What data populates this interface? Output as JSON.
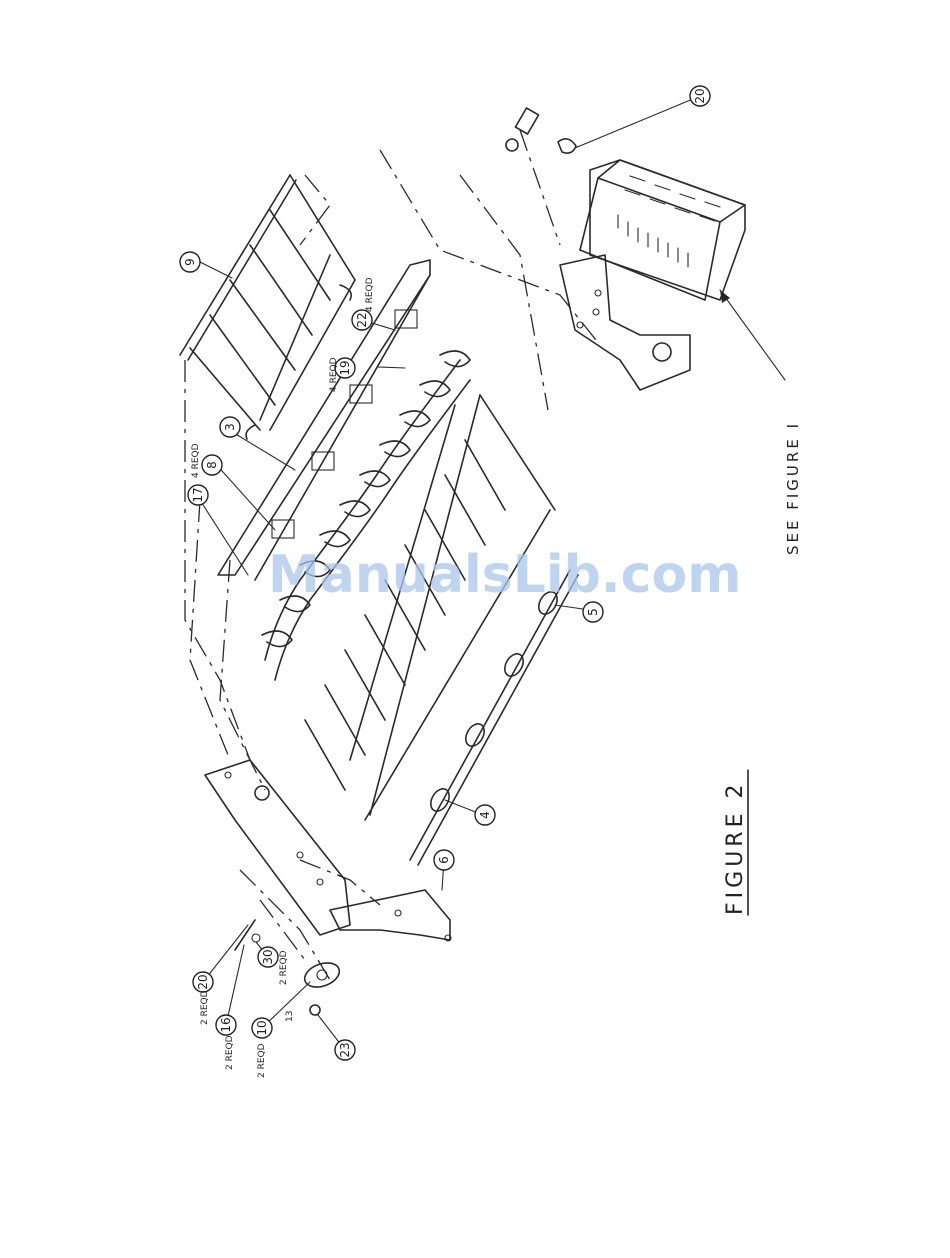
{
  "figure": {
    "title": "FIGURE 2",
    "see_reference": "SEE FIGURE I"
  },
  "watermark": "ManualsLib.com",
  "callouts": [
    {
      "id": "20a",
      "number": "20"
    },
    {
      "id": "9",
      "number": "9"
    },
    {
      "id": "3",
      "number": "3"
    },
    {
      "id": "8",
      "number": "8"
    },
    {
      "id": "17",
      "number": "17"
    },
    {
      "id": "22",
      "number": "22"
    },
    {
      "id": "19",
      "number": "19"
    },
    {
      "id": "5",
      "number": "5"
    },
    {
      "id": "4",
      "number": "4"
    },
    {
      "id": "6",
      "number": "6"
    },
    {
      "id": "20b",
      "number": "20"
    },
    {
      "id": "16",
      "number": "16"
    },
    {
      "id": "30",
      "number": "30"
    },
    {
      "id": "10",
      "number": "10"
    },
    {
      "id": "23",
      "number": "23"
    }
  ],
  "quantity_notes": {
    "q17": "4 REQD",
    "q22": "4 REQD",
    "q19": "4 REQD",
    "q20": "2 REQD",
    "q16": "2 REQD",
    "q30": "2 REQD",
    "q10": "2 REQD",
    "q13": "13"
  }
}
